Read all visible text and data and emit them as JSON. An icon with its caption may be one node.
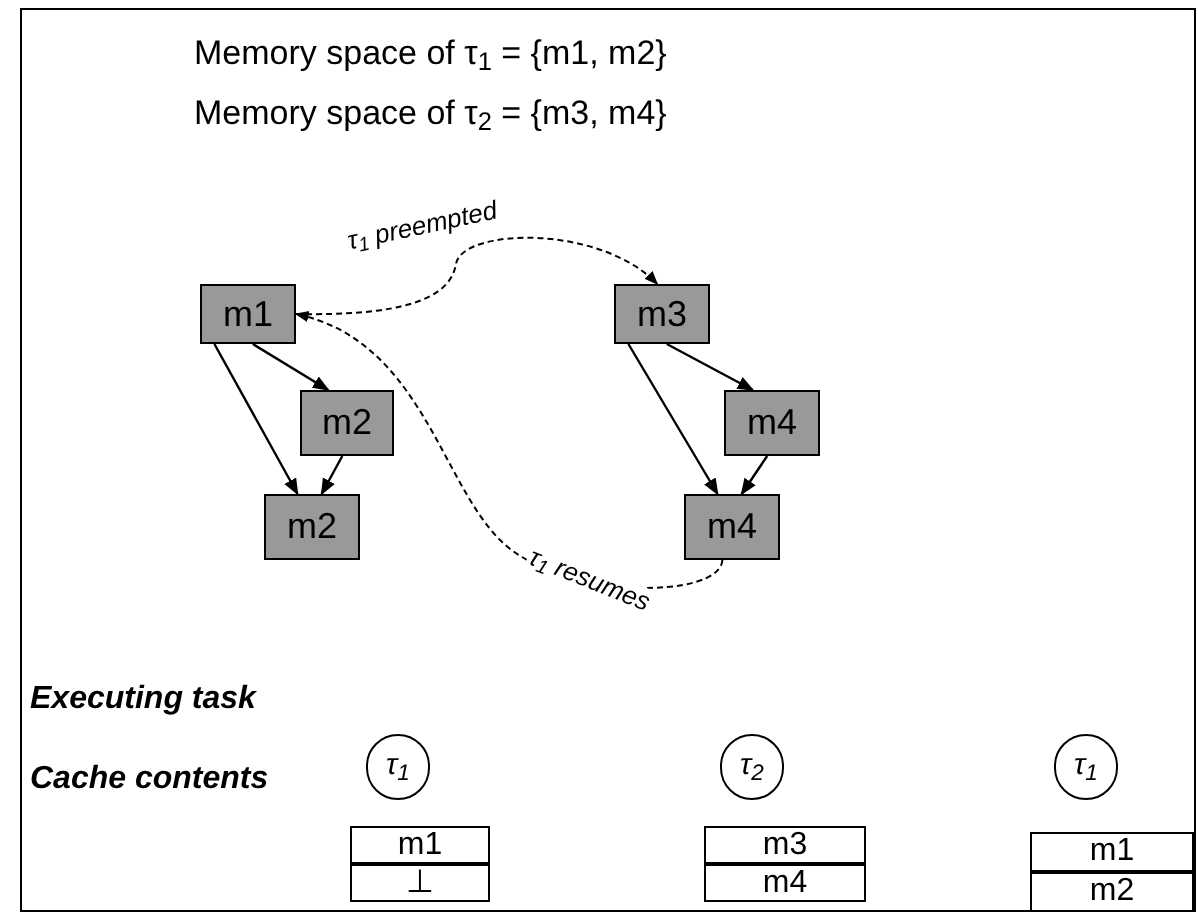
{
  "diagram": {
    "nodes": [
      {
        "text": [
          "m1"
        ]
      },
      {
        "text": [
          "m2"
        ]
      },
      {
        "text": [
          "m2"
        ]
      },
      {
        "text": [
          "m3"
        ]
      },
      {
        "text": [
          "m4"
        ]
      },
      {
        "text": [
          "m4"
        ]
      },
      {
        "text": [
          "τ$_{1}$"
        ]
      },
      {
        "text": [
          "τ$_{2}$"
        ]
      },
      {
        "text": [
          "τ$_{1}$"
        ]
      },
      {
        "text": [
          "m1",
          "⊥"
        ]
      },
      {
        "text": [
          "m3",
          "m4"
        ]
      },
      {
        "text": [
          "m1",
          "m2"
        ]
      }
    ],
    "edges": [
      {
        "from": 0,
        "to": 1,
        "arrow": "to"
      },
      {
        "from": 0,
        "to": 2,
        "arrow": "to"
      },
      {
        "from": 1,
        "to": 2,
        "arrow": "to"
      },
      {
        "from": 3,
        "to": 4,
        "arrow": "to"
      },
      {
        "from": 3,
        "to": 5,
        "arrow": "to"
      },
      {
        "from": 4,
        "to": 5,
        "arrow": "to"
      },
      {
        "from": 0,
        "to": 3,
        "arrow": "to",
        "label": "τ$_{1}$ preempted",
        "style": "dashed"
      },
      {
        "from": 5,
        "to": 0,
        "arrow": "to",
        "label": "τ$_{1}$ resumes",
        "style": "dashed"
      }
    ],
    "labels": [
      "Memory space of τ$_{1}$ = {m1, m2}",
      "Memory space of τ$_{2}$ = {m3, m4}",
      "Executing task",
      "Cache contents"
    ]
  }
}
